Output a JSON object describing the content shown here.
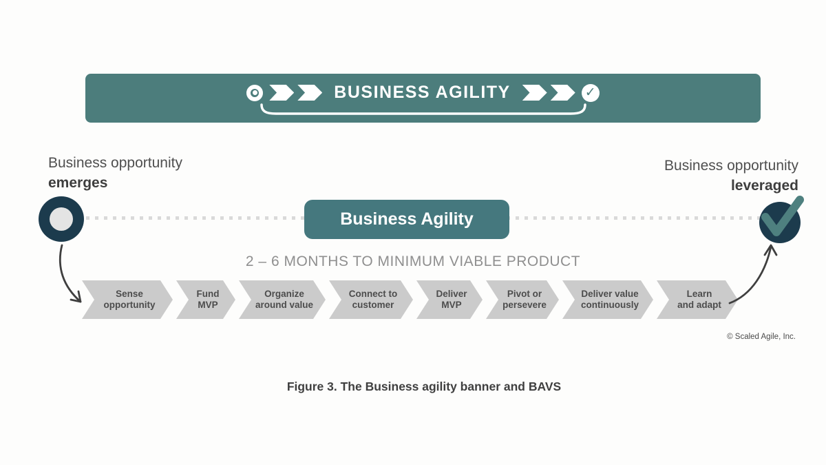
{
  "banner": {
    "title": "BUSINESS AGILITY"
  },
  "left_label": {
    "line1": "Business opportunity",
    "line2": "emerges"
  },
  "right_label": {
    "line1": "Business opportunity",
    "line2": "leveraged"
  },
  "pill": {
    "label": "Business Agility"
  },
  "timeline": {
    "label": "2 – 6 MONTHS TO MINIMUM VIABLE PRODUCT"
  },
  "steps": [
    {
      "label": "Sense\nopportunity"
    },
    {
      "label": "Fund\nMVP"
    },
    {
      "label": "Organize\naround value"
    },
    {
      "label": "Connect to\ncustomer"
    },
    {
      "label": "Deliver\nMVP"
    },
    {
      "label": "Pivot or\npersevere"
    },
    {
      "label": "Deliver value\ncontinuously"
    },
    {
      "label": "Learn\nand adapt"
    }
  ],
  "icons": {
    "banner_check": "✓"
  },
  "copyright": "© Scaled Agile, Inc.",
  "caption": "Figure 3. The Business agility banner and BAVS",
  "colors": {
    "teal-banner": "#4C7D7C",
    "teal-pill": "#45787E",
    "navy": "#1C3B4D",
    "check-teal": "#4E807F",
    "chevron-gray": "#CBCBCB",
    "dot-gray": "#D9D9D9"
  }
}
